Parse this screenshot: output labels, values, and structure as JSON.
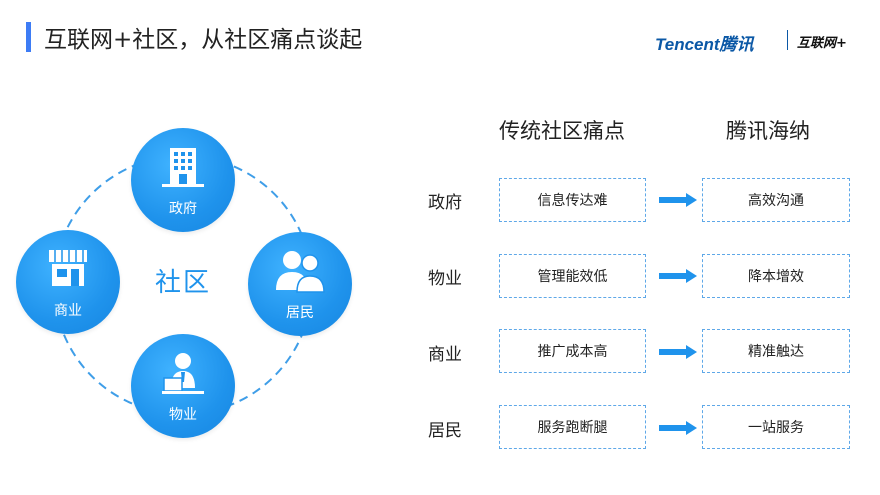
{
  "header": {
    "title": "互联网+社区，从社区痛点谈起",
    "logo_tencent": "Tencent腾讯",
    "logo_partner": "互联网+"
  },
  "diagram": {
    "center_label": "社区",
    "nodes": [
      {
        "label": "政府",
        "icon": "building-icon"
      },
      {
        "label": "居民",
        "icon": "residents-icon"
      },
      {
        "label": "物业",
        "icon": "property-manager-icon"
      },
      {
        "label": "商业",
        "icon": "shop-icon"
      }
    ]
  },
  "table": {
    "col_left": "传统社区痛点",
    "col_right": "腾讯海纳",
    "rows": [
      {
        "label": "政府",
        "pain": "信息传达难",
        "solution": "高效沟通"
      },
      {
        "label": "物业",
        "pain": "管理能效低",
        "solution": "降本增效"
      },
      {
        "label": "商业",
        "pain": "推广成本高",
        "solution": "精准触达"
      },
      {
        "label": "居民",
        "pain": "服务跑断腿",
        "solution": "一站服务"
      }
    ]
  },
  "colors": {
    "accent": "#1f93ec",
    "title_bar": "#3d7cf5",
    "box_border": "#5ea8e8"
  }
}
